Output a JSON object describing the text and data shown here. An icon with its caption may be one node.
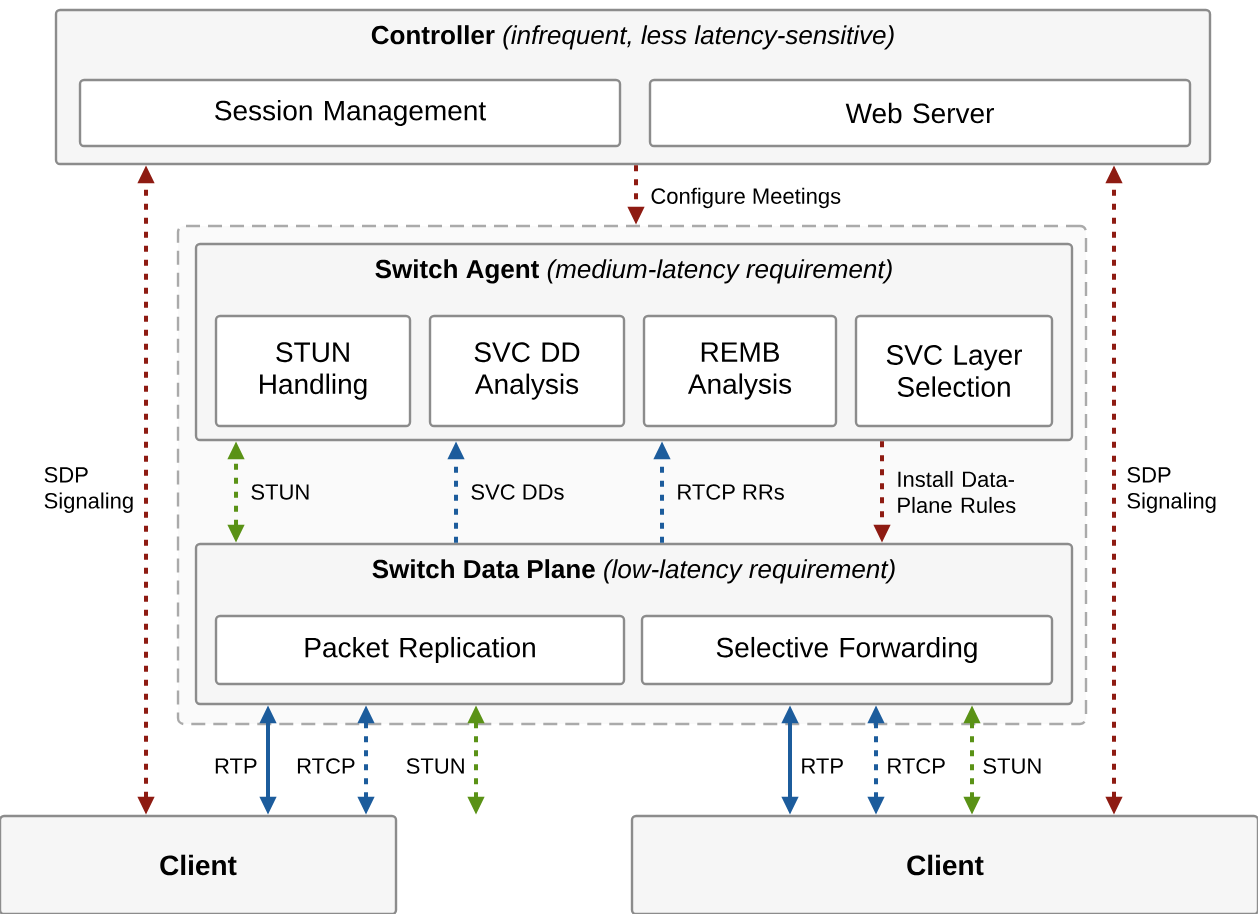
{
  "diagram": {
    "nodes": [
      {
        "text": [
          "**Controller** *(infrequent, less latency-sensitive)*"
        ]
      },
      {
        "text": [
          "Session Management"
        ],
        "in": 0
      },
      {
        "text": [
          "Web Server"
        ],
        "in": 0
      },
      {
        "text": [],
        "shape": "box"
      },
      {
        "text": [
          "**Switch Agent** *(medium-latency requirement)*"
        ],
        "in": 3
      },
      {
        "text": [
          "STUN Handling"
        ],
        "in": 4
      },
      {
        "text": [
          "SVC DD Analysis"
        ],
        "in": 4
      },
      {
        "text": [
          "REMB Analysis"
        ],
        "in": 4
      },
      {
        "text": [
          "SVC Layer Selection"
        ],
        "in": 4
      },
      {
        "text": [
          "**Switch Data Plane** *(low-latency requirement)*"
        ],
        "in": 3
      },
      {
        "text": [
          "Packet Replication"
        ],
        "in": 9
      },
      {
        "text": [
          "Selective Forwarding"
        ],
        "in": 9
      },
      {
        "text": [
          "**Client**"
        ]
      },
      {
        "text": [
          "**Client**"
        ]
      }
    ],
    "edges": [
      {
        "from": 0,
        "to": 3,
        "arrow": "to",
        "label": "Configure Meetings",
        "style": "dashed",
        "color": "#8e1b12"
      },
      {
        "from": 12,
        "to": 0,
        "arrow": "both",
        "label": "SDP Signaling",
        "style": "dashed",
        "color": "#8e1b12"
      },
      {
        "from": 13,
        "to": 0,
        "arrow": "both",
        "label": "SDP Signaling",
        "style": "dashed",
        "color": "#8e1b12"
      },
      {
        "from": 9,
        "to": 4,
        "arrow": "both",
        "label": "STUN",
        "style": "dashed",
        "color": "#5a9216"
      },
      {
        "from": 9,
        "to": 4,
        "arrow": "to",
        "label": "SVC DDs",
        "style": "dashed",
        "color": "#1c5c9c"
      },
      {
        "from": 9,
        "to": 4,
        "arrow": "to",
        "label": "RTCP RRs",
        "style": "dashed",
        "color": "#1c5c9c"
      },
      {
        "from": 4,
        "to": 9,
        "arrow": "to",
        "label": "Install Data-Plane Rules",
        "style": "dashed",
        "color": "#8e1b12"
      },
      {
        "from": 9,
        "to": 12,
        "arrow": "both",
        "label": "RTP",
        "color": "#1c5c9c"
      },
      {
        "from": 9,
        "to": 12,
        "arrow": "both",
        "label": "RTCP",
        "style": "dashed",
        "color": "#1c5c9c"
      },
      {
        "from": 9,
        "to": 12,
        "arrow": "both",
        "label": "STUN",
        "style": "dashed",
        "color": "#5a9216"
      },
      {
        "from": 9,
        "to": 13,
        "arrow": "both",
        "label": "RTP",
        "color": "#1c5c9c"
      },
      {
        "from": 9,
        "to": 13,
        "arrow": "both",
        "label": "RTCP",
        "style": "dashed",
        "color": "#1c5c9c"
      },
      {
        "from": 9,
        "to": 13,
        "arrow": "both",
        "label": "STUN",
        "style": "dashed",
        "color": "#5a9216"
      }
    ]
  }
}
